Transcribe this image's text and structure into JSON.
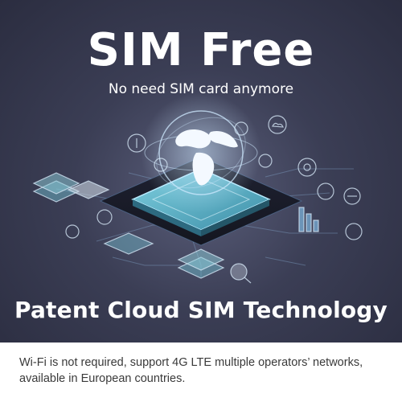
{
  "hero": {
    "title": "SIM Free",
    "subtitle": "No need SIM card anymore",
    "tagline": "Patent Cloud SIM Technology"
  },
  "footer": {
    "line1": "Wi-Fi is not required, support 4G LTE multiple operators’ networks,",
    "line2": "available in European countries."
  },
  "colors": {
    "background": "#3b3e55",
    "glow": "#9fd4ff",
    "chip": "#5fb3c9",
    "text": "#ffffff",
    "footer_text": "#3a3a3a"
  },
  "icons": [
    "globe-icon",
    "chip-icon",
    "server-icon",
    "signal-tower-icon",
    "bar-chart-icon",
    "magnifier-icon",
    "gear-icon",
    "cloud-icon"
  ]
}
